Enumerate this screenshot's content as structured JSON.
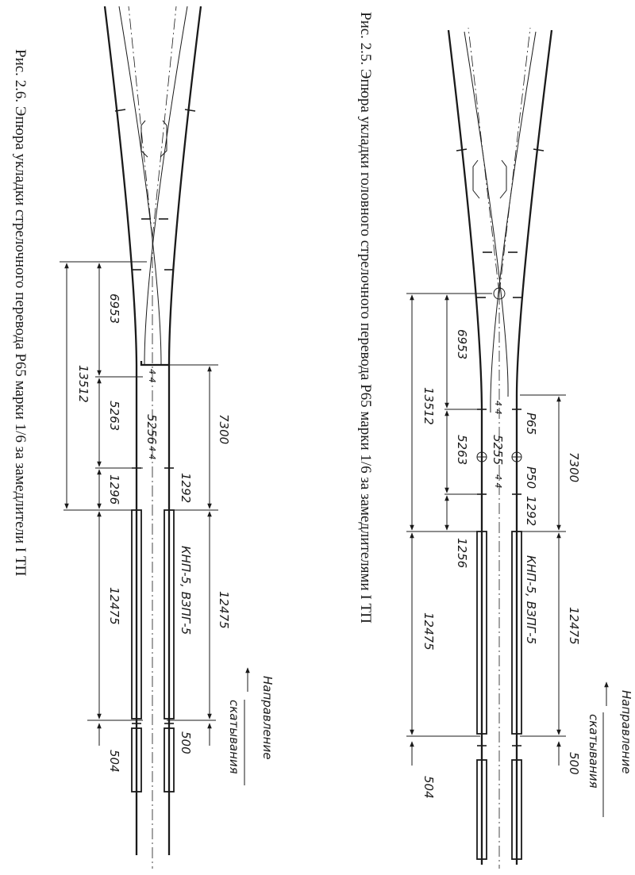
{
  "figures": [
    {
      "id": "fig26",
      "caption": "Рис. 2.6. Эпюра укладки стрелочного перевода Р65 марки 1/6 за замедлители I ТП",
      "dims": {
        "d7300": "7300",
        "d1292": "1292",
        "d12475_right": "12475",
        "d500": "500",
        "d6953": "6953",
        "d5263": "5263",
        "d1296": "1296",
        "d13512": "13512",
        "d12475_left": "12475",
        "d504": "504",
        "d5256": "5256",
        "gap_a": "4 4",
        "gap_b": "4 4"
      },
      "retarder_label": "КНП-5, ВЗПГ-5",
      "direction_label_1": "Направление",
      "direction_label_2": "скатывания"
    },
    {
      "id": "fig25",
      "caption": "Рис. 2.5. Эпюра укладки головного стрелочного перевода Р65 марки 1/6 за замедлителями I ТП",
      "dims": {
        "d7300": "7300",
        "d1292": "1292",
        "d12475_right": "12475",
        "d500": "500",
        "d6953": "6953",
        "d5263": "5263",
        "d1256": "1256",
        "d13512": "13512",
        "d12475_left": "12475",
        "d504": "504",
        "d5255": "5255",
        "gap_a": "4 4",
        "gap_b": "4 4"
      },
      "rail_r65": "Р65",
      "rail_r50": "Р50",
      "retarder_label": "КНП-5, ВЗПГ-5",
      "direction_label_1": "Направление",
      "direction_label_2": "скатывания"
    }
  ]
}
